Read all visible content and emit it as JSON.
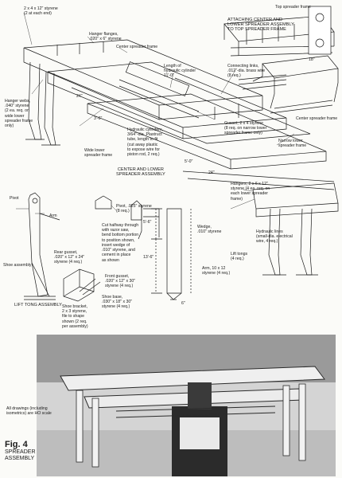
{
  "figure": {
    "number": "Fig. 4",
    "caption": "SPREADER\nASSEMBLY",
    "scale_note": "All drawings (including\nisometrics) are HO scale"
  },
  "sections": {
    "attaching": "ATTACHING CENTER AND\nLOWER SPREADER ASSEMBLY\nTO TOP SPREADER FRAME",
    "center_lower": "CENTER AND LOWER\nSPREADER ASSEMBLY",
    "lift_tong": "LIFT TONG ASSEMBLY"
  },
  "labels": {
    "styrene_2x4x12": "2 x 4 x 12\" styrene\n(2 at each end)",
    "hanger_flanges": "Hanger flanges,\n.020\" x 6\" styrene",
    "center_frame_top": "Center spreader frame",
    "top_frame": "Top spreader frame",
    "length_cyl": "Length of\nhydraulic cylinder\n11'-0\"",
    "connecting_links": "Connecting links,\n.012\"-dia. brass wire\n(8 req.)",
    "dim_18": "18\"",
    "dim_24_top": "24\"",
    "dim_3_6": "3'-6\"",
    "hanger_webs": "Hanger webs,\n.040\" styrene\n(2 ea. req. on\nwide lower\nspreader frame\nonly)",
    "hyd_cylinders": "Hydraulic cylinders,\n3/64\"-dia. Plastruct\ntube, length to fit\n(cut away plastic\nto expose wire for\npiston rod, 2 req.)",
    "wide_lower": "Wide lower\nspreader frame",
    "gusset": "Gusset, 2 x 4 styrene\n(8 req. on narrow lower\nspreader frame only)",
    "center_frame_right": "Center spreader frame",
    "narrow_lower": "Narrow lower\nspreader frame",
    "dim_5_0": "5'-0\"",
    "dim_24_mid": "24\"",
    "hangers": "Hangers, 2 x 6 x 12\"\nstyrene (4 ea. req. on\neach lower spreader\nframe)",
    "pivot": "Pivot",
    "arm": "Arm",
    "pivot_styrene": "Pivot, .025\" styrene\n(8 req.)",
    "cut_halfway": "Cut halfway through\nwith razor saw,\nbend bottom portion\nto position shown,\ninsert wedge of\n.010\" styrene, and\ncement in place\nas shown",
    "dim_5_6": "5'-6\"",
    "dim_13_6": "13'-6\"",
    "wedge": "Wedge,\n.010\" styrene",
    "arm_styrene": "Arm, 10 x 12\nstyrene (4 req.)",
    "hyd_lines": "Hydraulic lines\n(small-dia. electrical\nwire, 4 req.)",
    "lift_tongs": "Lift tongs\n(4 req.)",
    "shoe_assembly": "Shoe assembly",
    "rear_gusset": "Rear gusset,\n.020\" x 12\" x 24\"\nstyrene (4 req.)",
    "front_gusset": "Front gusset,\n.020\" x 12\" x 30\"\nstyrene (4 req.)",
    "shoe_bracket": "Shoe bracket,\n2 x 3 styrene,\nfile to shape\nshown (2 req.\nper assembly)",
    "shoe_base": "Shoe base,\n.030\" x 18\" x 30\"\nstyrene (4 req.)",
    "dim_6": "6\""
  },
  "colors": {
    "ink": "#1a1a1a",
    "paper": "#fbfbf8",
    "photo_dark": "#2b2b2b",
    "photo_light": "#e9e9e9"
  }
}
